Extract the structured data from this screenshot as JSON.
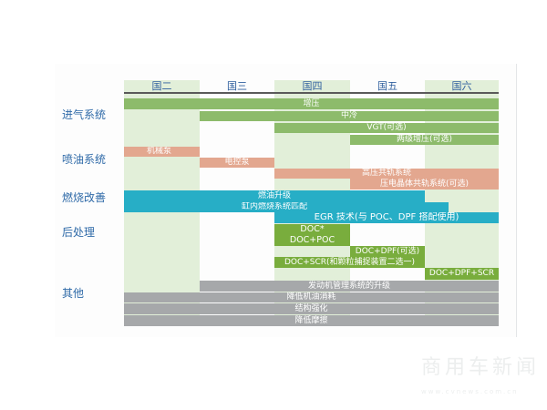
{
  "columns": [
    "国二",
    "国三",
    "国四",
    "国五",
    "国六"
  ],
  "categories": [
    "进气系统",
    "喷油系统",
    "燃烧改善",
    "后处理",
    "其他"
  ],
  "bars": {
    "intake": [
      "增压",
      "中冷",
      "VGT(可选)",
      "两级增压(可选)"
    ],
    "injection": [
      "机械泵",
      "电控泵",
      "高压共轨系统",
      "压电晶体共轨系统(可选)"
    ],
    "combustion": [
      "燃油升级",
      "缸内燃烧系统匹配",
      "EGR 技术(与 POC、DPF 搭配使用)"
    ],
    "aftertreatment": [
      "DOC*",
      "DOC+POC",
      "DOC+DPF(可选)",
      "DOC+SCR(和颗粒捕捉装置二选一)",
      "DOC+DPF+SCR"
    ],
    "other": [
      "发动机管理系统的升级",
      "降低机油消耗",
      "结构强化",
      "降低摩擦"
    ]
  },
  "watermark": {
    "title": "商用车新闻",
    "url": "www.cvnews.com.cn"
  }
}
